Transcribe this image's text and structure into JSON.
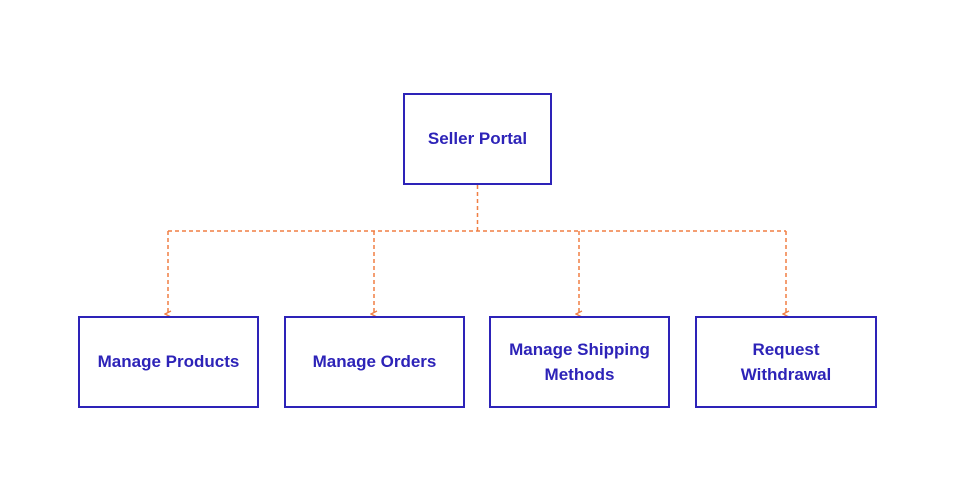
{
  "diagram": {
    "root": {
      "label": "Seller Portal"
    },
    "children": [
      {
        "label": "Manage Products"
      },
      {
        "label": "Manage Orders"
      },
      {
        "label": "Manage Shipping\nMethods"
      },
      {
        "label": "Request\nWithdrawal"
      }
    ]
  },
  "colors": {
    "box_border": "#2d23b8",
    "text": "#2d23b8",
    "connector": "#f07f43"
  }
}
